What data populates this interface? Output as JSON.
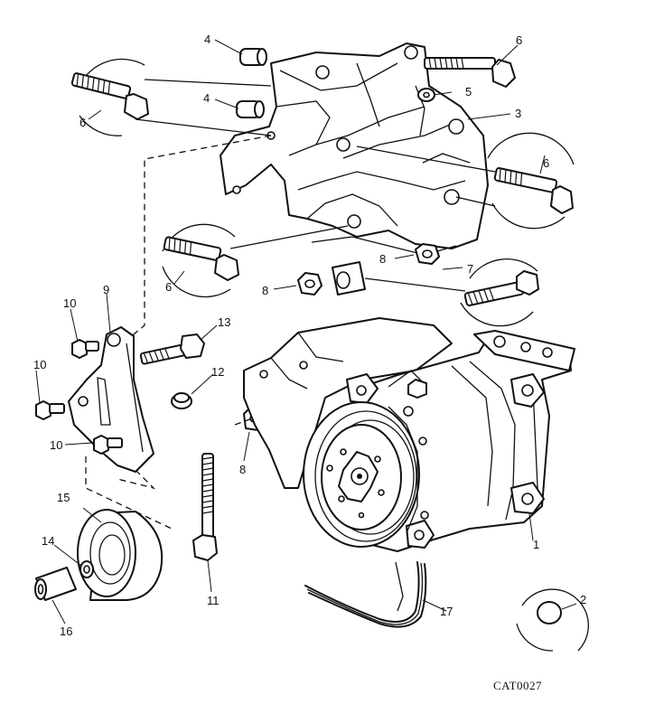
{
  "callouts": {
    "c1": "1",
    "c2": "2",
    "c3": "3",
    "c4a": "4",
    "c4b": "4",
    "c5": "5",
    "c6a": "6",
    "c6b": "6",
    "c6c": "6",
    "c6d": "6",
    "c7": "7",
    "c8a": "8",
    "c8b": "8",
    "c8c": "8",
    "c9": "9",
    "c10a": "10",
    "c10b": "10",
    "c10c": "10",
    "c11": "11",
    "c12": "12",
    "c13": "13",
    "c14": "14",
    "c15": "15",
    "c16": "16",
    "c17": "17"
  },
  "reference_code": "CAT0027"
}
